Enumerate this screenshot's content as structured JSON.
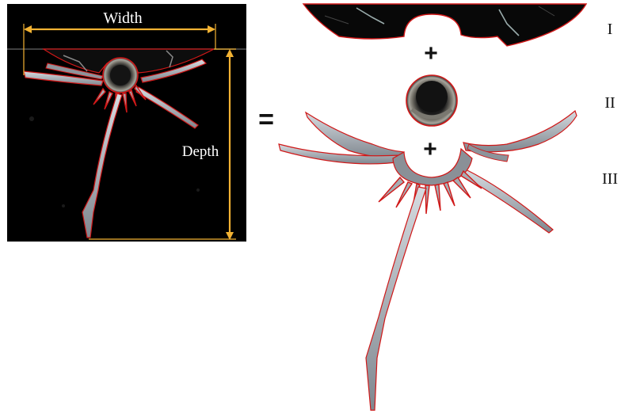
{
  "measure": {
    "width_label": "Width",
    "depth_label": "Depth"
  },
  "operators": {
    "equals": "=",
    "plus": "+"
  },
  "components": [
    {
      "numeral": "I"
    },
    {
      "numeral": "II"
    },
    {
      "numeral": "III"
    }
  ],
  "colors": {
    "background_panel": "#000000",
    "contour": "#d01818",
    "measure_line": "#f2b233",
    "tissue": "#b9c0c6"
  }
}
